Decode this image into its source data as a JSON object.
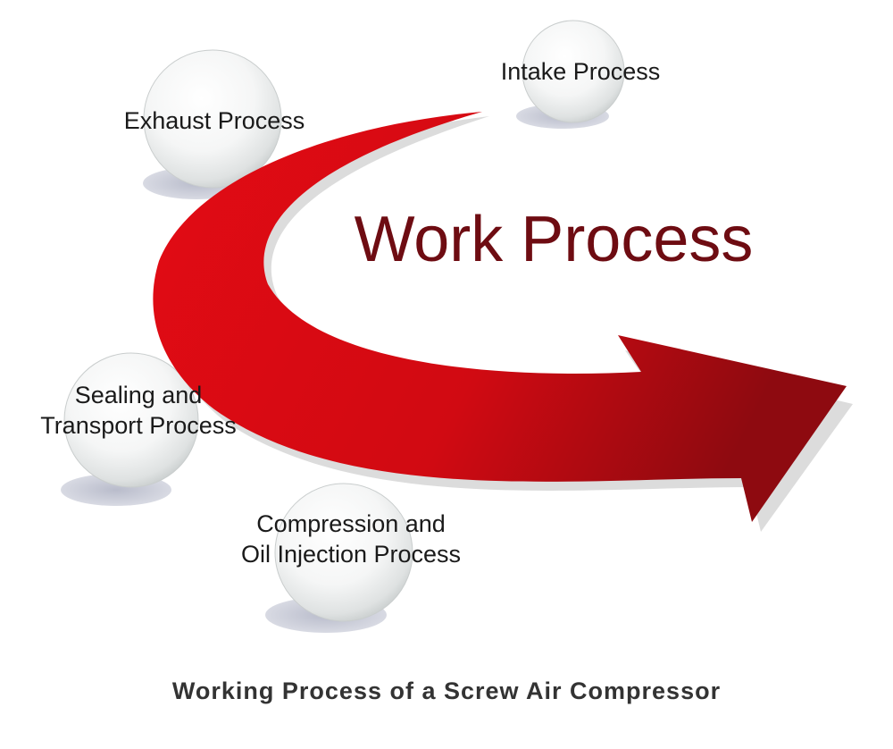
{
  "diagram": {
    "title": "Work Process",
    "caption": "Working Process of a Screw Air Compressor",
    "arrow_color": "#d10a12",
    "arrow_dark_color": "#8e0a10",
    "title_color": "#6e0c12",
    "nodes": [
      {
        "id": "intake",
        "lines": [
          "Intake Process"
        ]
      },
      {
        "id": "exhaust",
        "lines": [
          "Exhaust Process"
        ]
      },
      {
        "id": "sealing",
        "lines": [
          "Sealing and",
          "Transport Process"
        ]
      },
      {
        "id": "compression",
        "lines": [
          "Compression and",
          "Oil Injection Process"
        ]
      }
    ]
  }
}
